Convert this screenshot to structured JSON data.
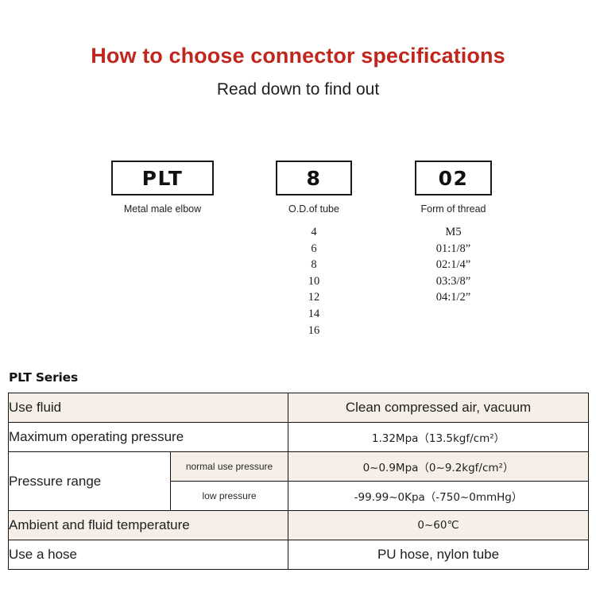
{
  "header": {
    "title": "How to choose connector specifications",
    "subtitle": "Read down to find out",
    "title_color": "#c0261d"
  },
  "code_builder": {
    "columns": [
      {
        "code": "PLT",
        "caption": "Metal male elbow",
        "options": []
      },
      {
        "code": "8",
        "caption": "O.D.of tube",
        "options": [
          "4",
          "6",
          "8",
          "10",
          "12",
          "14",
          "16"
        ]
      },
      {
        "code": "02",
        "caption": "Form of thread",
        "options": [
          "M5",
          "01:1/8”",
          "02:1/4”",
          "03:3/8”",
          "04:1/2”"
        ]
      }
    ]
  },
  "spec": {
    "heading": "PLT Series",
    "row_beige_color": "#f6efe7",
    "rows": [
      {
        "label": "Use fluid",
        "sublabel": "",
        "value": "Clean compressed air, vacuum",
        "value_size": "big",
        "shade": "beige"
      },
      {
        "label": "Maximum operating pressure",
        "sublabel": "",
        "value": "1.32Mpa（13.5kgf/cm²）",
        "value_size": "small",
        "shade": "white"
      },
      {
        "label": "Pressure range",
        "sublabel": "normal use pressure",
        "value": "0~0.9Mpa（0~9.2kgf/cm²）",
        "value_size": "small",
        "shade": "beige"
      },
      {
        "label": "",
        "sublabel": "low pressure",
        "value": "-99.99~0Kpa（-750~0mmHg）",
        "value_size": "small",
        "shade": "white"
      },
      {
        "label": "Ambient and fluid temperature",
        "sublabel": "",
        "value": "0~60℃",
        "value_size": "small",
        "shade": "beige"
      },
      {
        "label": "Use a hose",
        "sublabel": "",
        "value": "PU hose, nylon tube",
        "value_size": "big",
        "shade": "white"
      }
    ]
  }
}
